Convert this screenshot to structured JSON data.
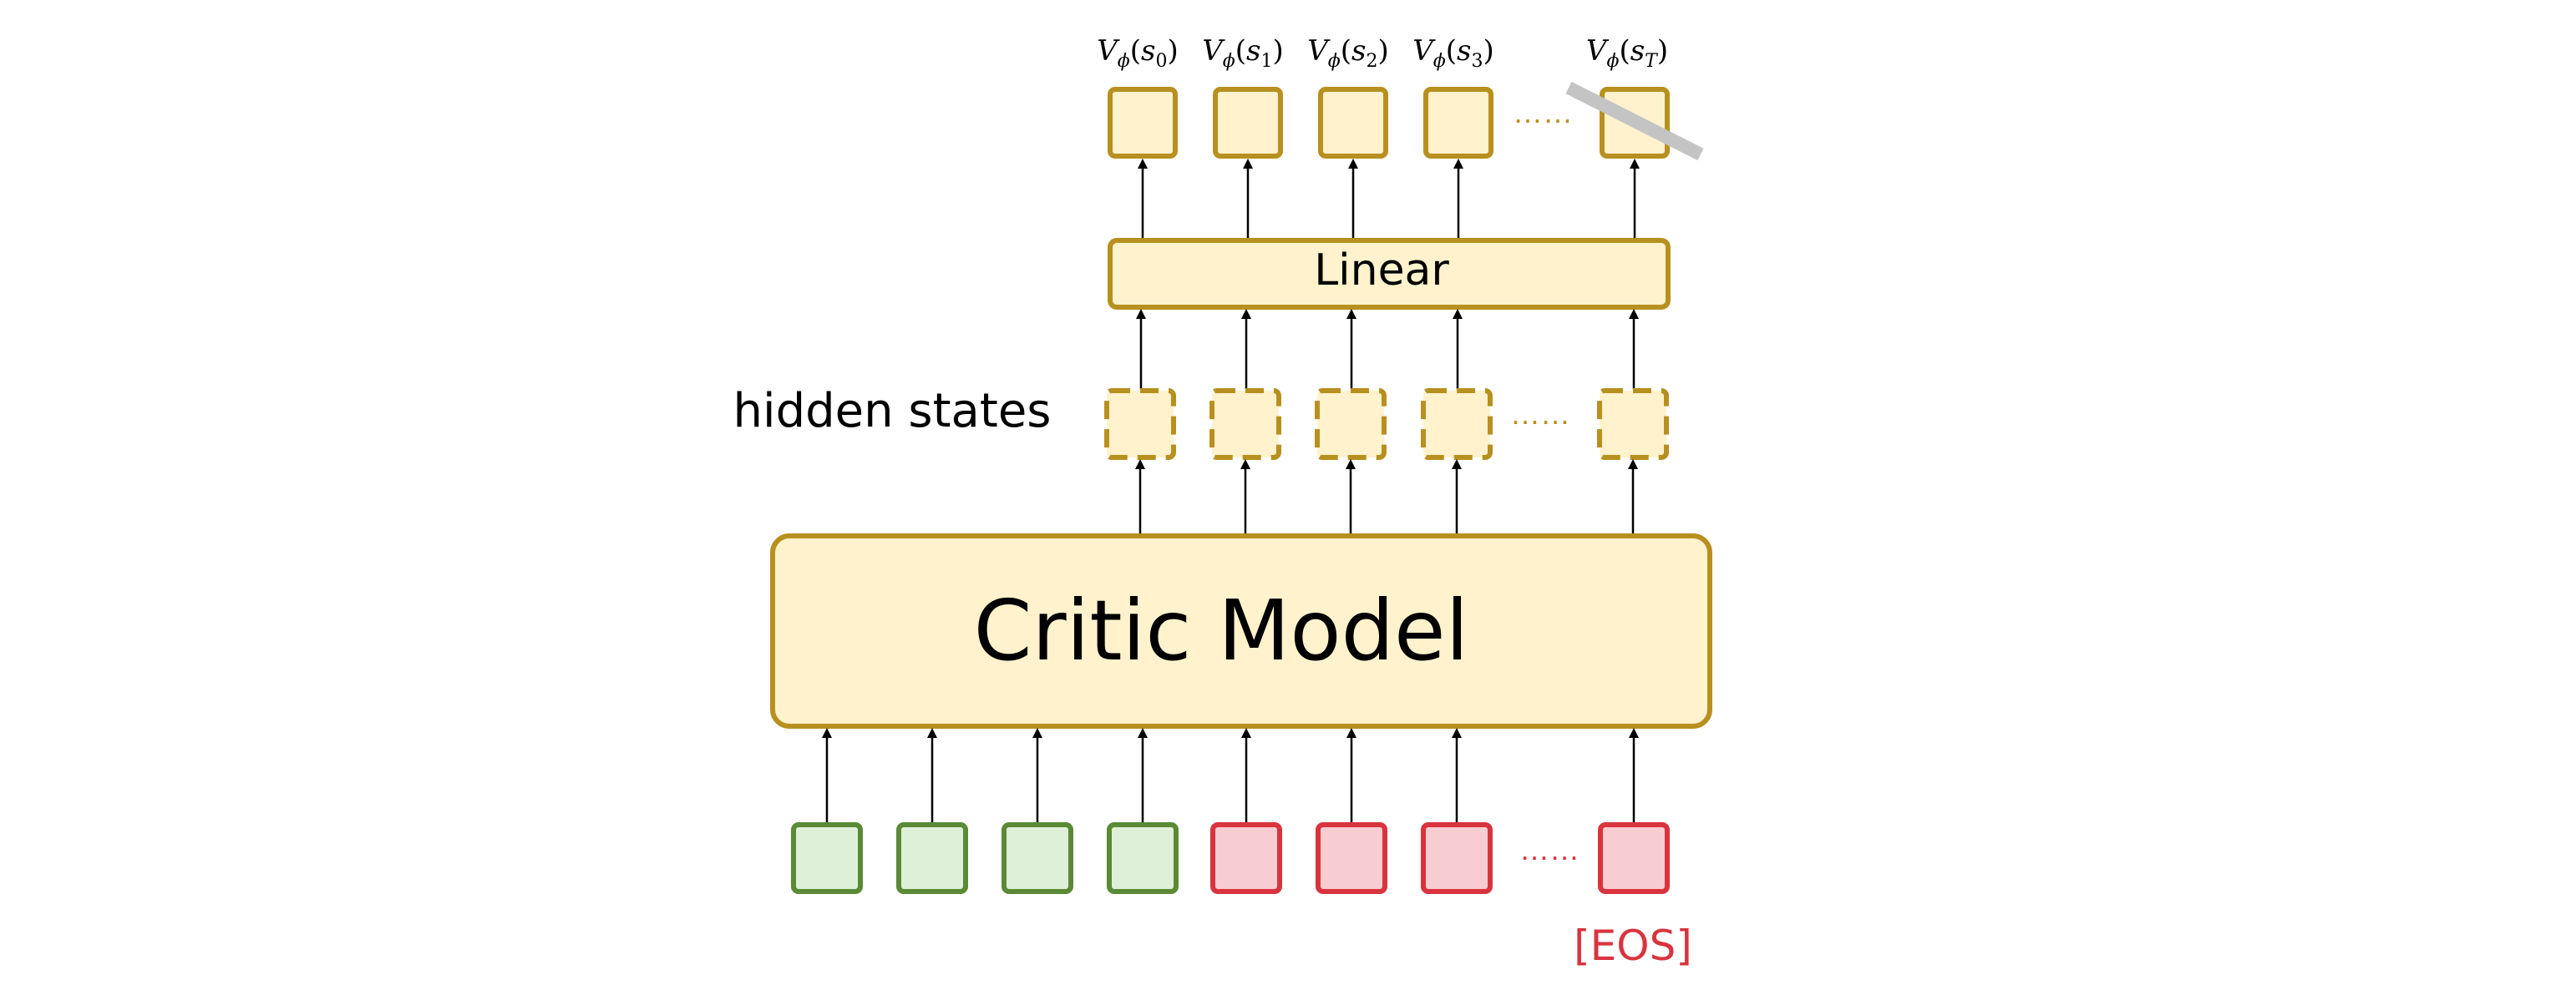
{
  "labels": {
    "critic": "Critic Model",
    "linear": "Linear",
    "hidden": "hidden states",
    "eos": "[EOS]",
    "ellipsis": "……"
  },
  "values": [
    {
      "v": "V",
      "sub": "ϕ",
      "s": "s",
      "idx": "0"
    },
    {
      "v": "V",
      "sub": "ϕ",
      "s": "s",
      "idx": "1"
    },
    {
      "v": "V",
      "sub": "ϕ",
      "s": "s",
      "idx": "2"
    },
    {
      "v": "V",
      "sub": "ϕ",
      "s": "s",
      "idx": "3"
    },
    {
      "v": "V",
      "sub": "ϕ",
      "s": "s",
      "idx": "T"
    }
  ],
  "colors": {
    "gold": "#b8901f",
    "goldFill": "#fff2cc",
    "green": "#5a8a35",
    "greenFill": "#dff0d8",
    "red": "#d9343e",
    "redFill": "#f8cdd1",
    "strike": "#c4c4c4"
  }
}
